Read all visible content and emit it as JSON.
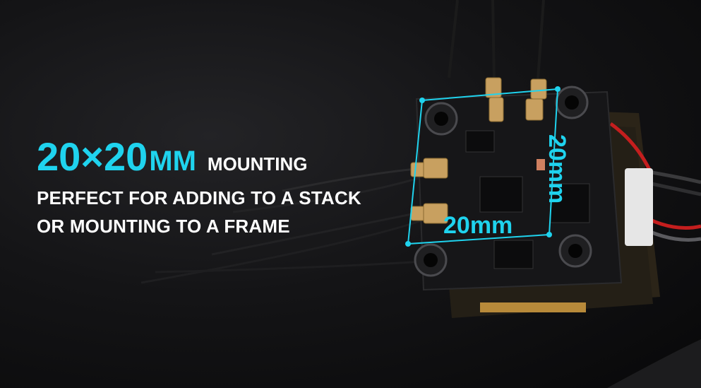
{
  "headline": {
    "size_number": "20×20",
    "size_unit": "MM",
    "word": "MOUNTING"
  },
  "body_lines": [
    "PERFECT FOR ADDING TO A STACK",
    "OR MOUNTING TO A FRAME"
  ],
  "annotations": {
    "horizontal_dimension": "20mm",
    "vertical_dimension": "20mm"
  },
  "colors": {
    "accent": "#1fd3ee",
    "text": "#ffffff",
    "background": "#0b0b0c",
    "pcb": "#1a1a1c"
  }
}
